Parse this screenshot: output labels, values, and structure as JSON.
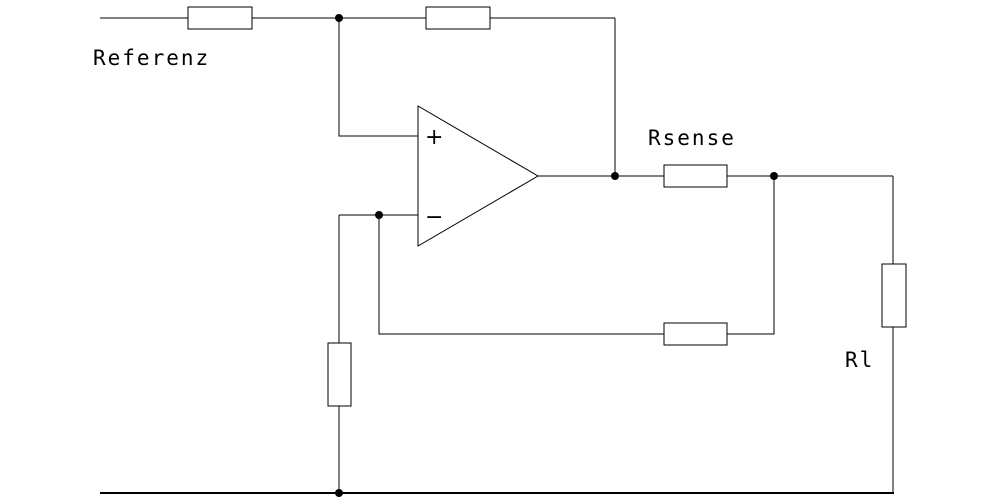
{
  "labels": {
    "referenz": "Referenz",
    "rsense": "Rsense",
    "rl": "Rl"
  },
  "opamp": {
    "plus": "+",
    "minus": "−"
  }
}
